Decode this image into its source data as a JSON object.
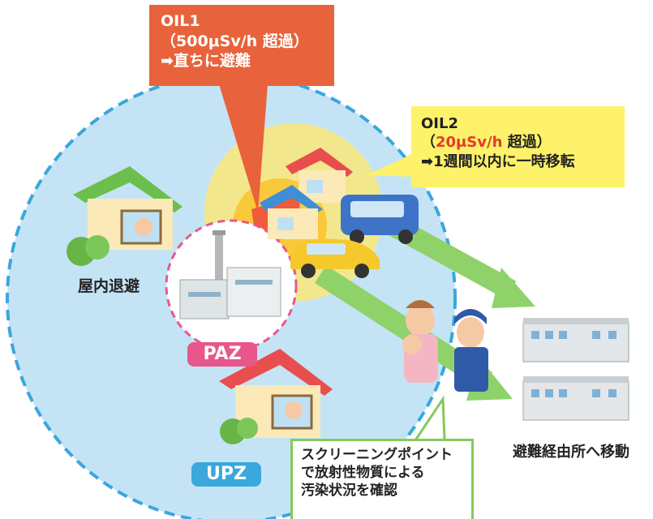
{
  "oil1": {
    "title": "OIL1",
    "line2": "（500μSv/h 超過）",
    "line3": "➡直ちに避難"
  },
  "oil2": {
    "title": "OIL2",
    "open": "（",
    "dose": "20μSv/h",
    "close": " 超過）",
    "line3": "➡1週間以内に一時移転"
  },
  "labels": {
    "shelter": "屋内退避",
    "paz": "PAZ",
    "upz": "UPZ",
    "evacuation_center": "避難経由所へ移動"
  },
  "screening": {
    "line1": "スクリーニングポイント",
    "line2": "で放射性物質による",
    "line3": "汚染状況を確認"
  },
  "colors": {
    "upz_circle": "#bfe2f5",
    "upz_border": "#3aa7dd",
    "paz_border": "#e7578c",
    "hot_zone": "#fbe77a",
    "arrow": "#8fd26a",
    "oil1": "#e8633c",
    "oil2": "#fdf26a"
  }
}
